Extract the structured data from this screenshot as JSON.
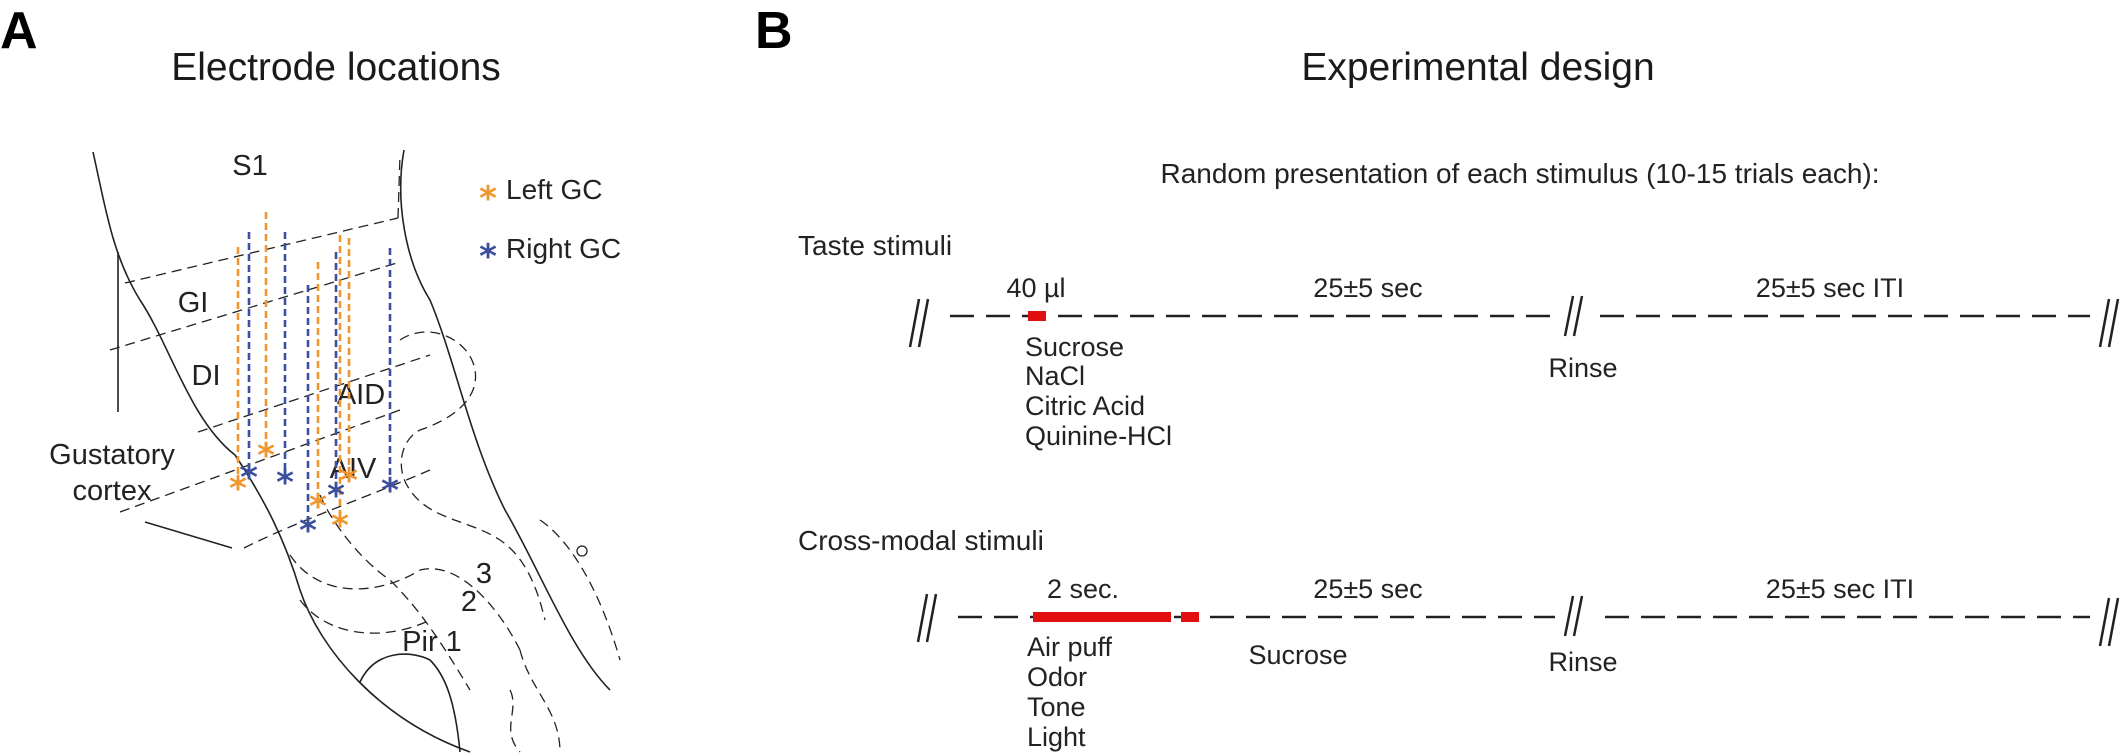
{
  "panel_a": {
    "letter": "A",
    "title": "Electrode locations",
    "region_labels": {
      "s1": "S1",
      "gi": "GI",
      "di": "DI",
      "aid": "AID",
      "aiv": "AIV",
      "pir1": "Pir 1",
      "layer2": "2",
      "layer3": "3",
      "gustatory_line1": "Gustatory",
      "gustatory_line2": "cortex"
    },
    "legend": [
      {
        "label": "Left GC",
        "color": "#F0962E",
        "symbol": "*"
      },
      {
        "label": "Right GC",
        "color": "#3C4E9E",
        "symbol": "*"
      }
    ]
  },
  "panel_b": {
    "letter": "B",
    "title": "Experimental design",
    "subtitle": "Random presentation of each stimulus (10-15 trials each):",
    "stimulus_color": "#E01010",
    "taste": {
      "heading": "Taste stimuli",
      "volume": "40 µl",
      "delay": "25±5 sec",
      "iti": "25±5 sec ITI",
      "rinse": "Rinse",
      "stimuli": [
        "Sucrose",
        "NaCl",
        "Citric Acid",
        "Quinine-HCl"
      ]
    },
    "crossmodal": {
      "heading": "Cross-modal stimuli",
      "duration": "2 sec.",
      "delay": "25±5 sec",
      "iti": "25±5 sec ITI",
      "rinse": "Rinse",
      "sucrose": "Sucrose",
      "stimuli": [
        "Air puff",
        "Odor",
        "Tone",
        "Light"
      ]
    }
  }
}
